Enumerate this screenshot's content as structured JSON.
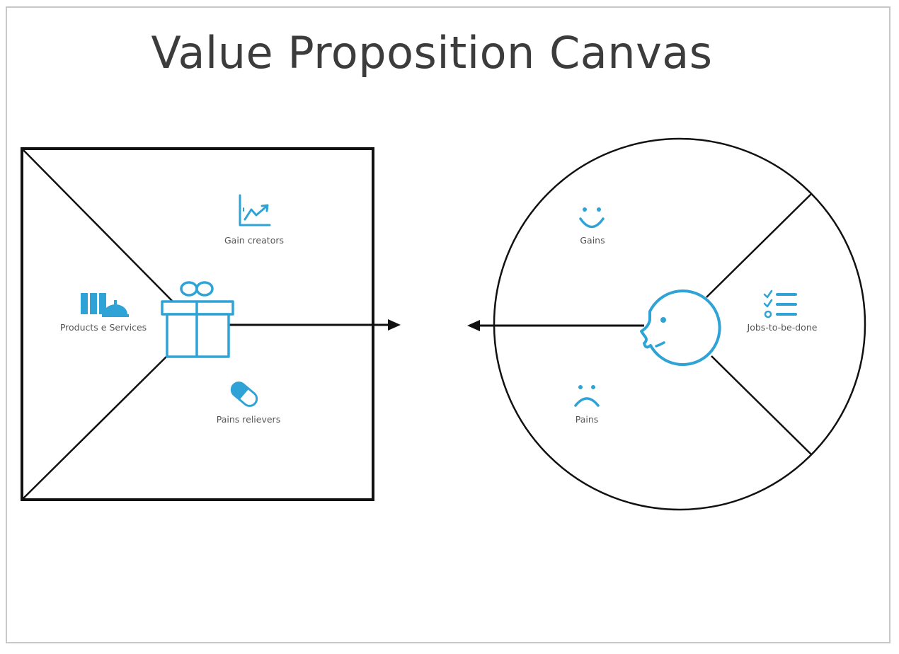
{
  "title": "Value Proposition Canvas",
  "value_map": {
    "gain_creators": {
      "label": "Gain creators",
      "icon": "growth-chart-icon"
    },
    "products_services": {
      "label": "Products e Services",
      "icon": "products-services-icon"
    },
    "pain_relievers": {
      "label": "Pains relievers",
      "icon": "pill-icon"
    },
    "center_icon": "gift-icon"
  },
  "customer_profile": {
    "gains": {
      "label": "Gains",
      "icon": "smile-icon"
    },
    "jobs": {
      "label": "Jobs-to-be-done",
      "icon": "checklist-icon"
    },
    "pains": {
      "label": "Pains",
      "icon": "frown-icon"
    },
    "center_icon": "customer-face-icon"
  },
  "colors": {
    "accent": "#2fa3d6",
    "line": "#111111",
    "title": "#3c3c3c",
    "frame": "#c8c8c8"
  }
}
